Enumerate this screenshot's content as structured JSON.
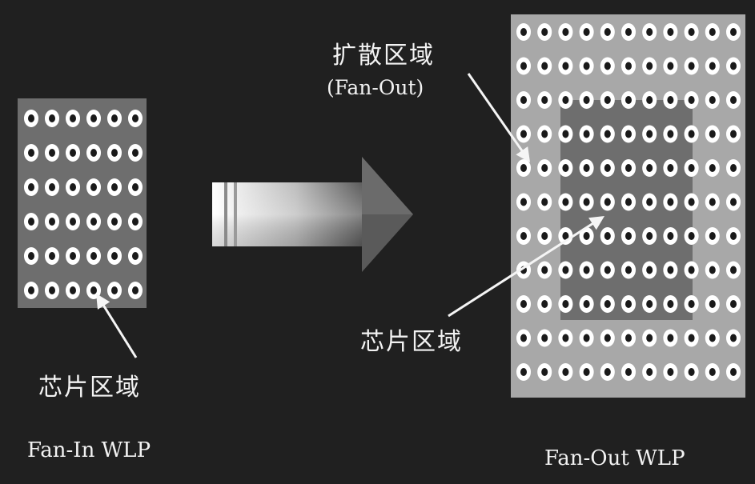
{
  "colors": {
    "background": "#202020",
    "package_light": "#b0b0b0",
    "chip_dark": "#7a7a7a",
    "ball_ring": "#ffffff",
    "ball_center": "#1a1a1a",
    "arrow_text": "#f5f5f5"
  },
  "fan_in": {
    "chip_label": "芯片区域",
    "caption": "Fan-In WLP",
    "grid": {
      "rows": 6,
      "cols": 6
    }
  },
  "fan_out": {
    "expand_label": "扩散区域",
    "expand_label_en": "(Fan-Out)",
    "chip_label": "芯片区域",
    "caption": "Fan-Out WLP",
    "grid": {
      "rows": 11,
      "cols": 11
    }
  },
  "transition_arrow": "right-arrow"
}
